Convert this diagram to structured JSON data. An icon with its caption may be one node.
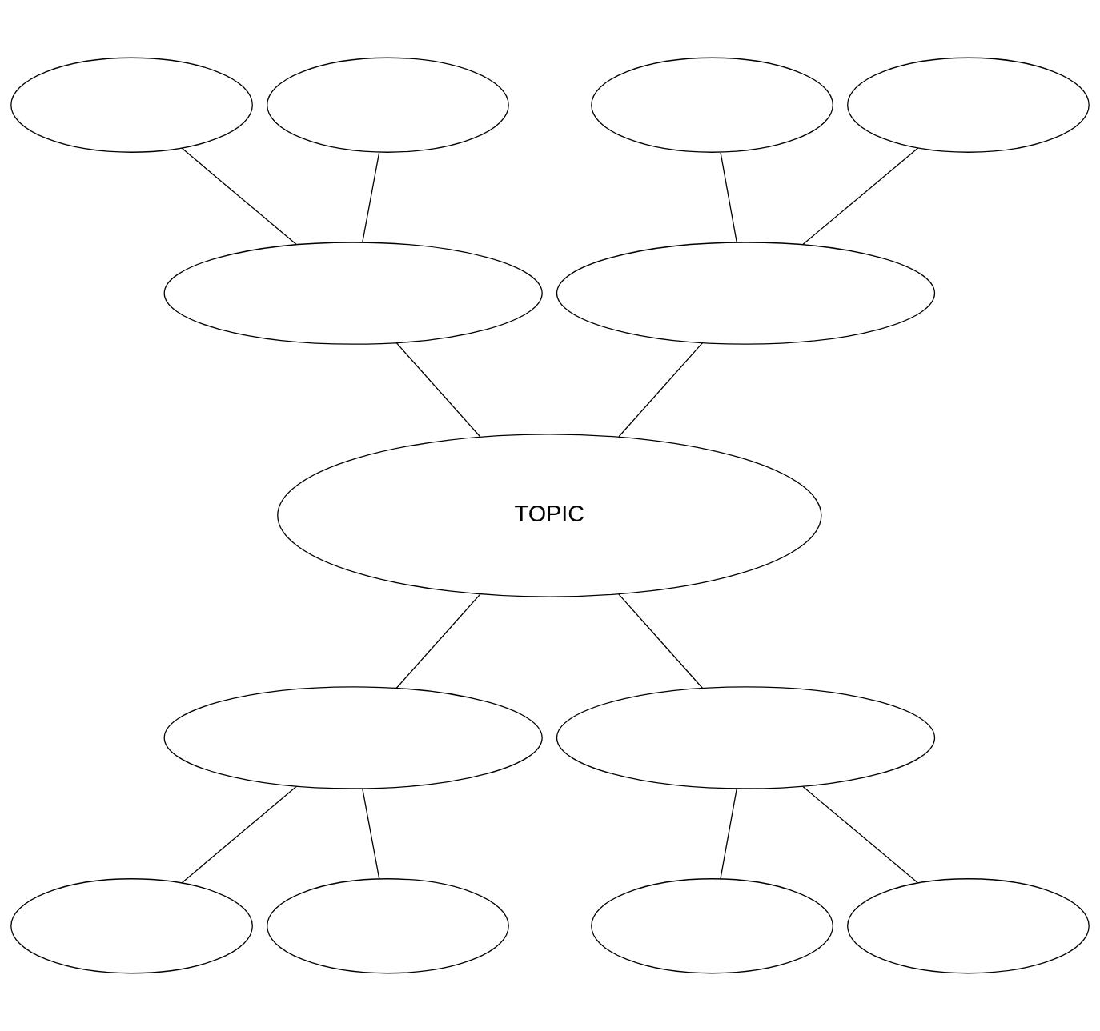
{
  "diagram": {
    "nodes": [
      {
        "text": [],
        "shape": "ellipse"
      },
      {
        "text": [],
        "shape": "ellipse"
      },
      {
        "text": [],
        "shape": "ellipse"
      },
      {
        "text": [],
        "shape": "ellipse"
      },
      {
        "text": [],
        "shape": "ellipse"
      },
      {
        "text": [],
        "shape": "ellipse"
      },
      {
        "text": [
          "TOPIC"
        ]
      },
      {
        "text": [],
        "shape": "ellipse"
      },
      {
        "text": [],
        "shape": "ellipse"
      },
      {
        "text": [],
        "shape": "ellipse"
      },
      {
        "text": [],
        "shape": "ellipse"
      },
      {
        "text": [],
        "shape": "ellipse"
      },
      {
        "text": [],
        "shape": "ellipse"
      }
    ],
    "edges": [
      {
        "from": 0,
        "to": 4,
        "arrow": "none"
      },
      {
        "from": 1,
        "to": 4,
        "arrow": "none"
      },
      {
        "from": 2,
        "to": 5,
        "arrow": "none"
      },
      {
        "from": 3,
        "to": 5,
        "arrow": "none"
      },
      {
        "from": 4,
        "to": 6,
        "arrow": "none"
      },
      {
        "from": 5,
        "to": 6,
        "arrow": "none"
      },
      {
        "from": 6,
        "to": 7,
        "arrow": "none"
      },
      {
        "from": 6,
        "to": 8,
        "arrow": "none"
      },
      {
        "from": 7,
        "to": 9,
        "arrow": "none"
      },
      {
        "from": 7,
        "to": 10,
        "arrow": "none"
      },
      {
        "from": 8,
        "to": 11,
        "arrow": "none"
      },
      {
        "from": 8,
        "to": 12,
        "arrow": "none"
      }
    ]
  }
}
